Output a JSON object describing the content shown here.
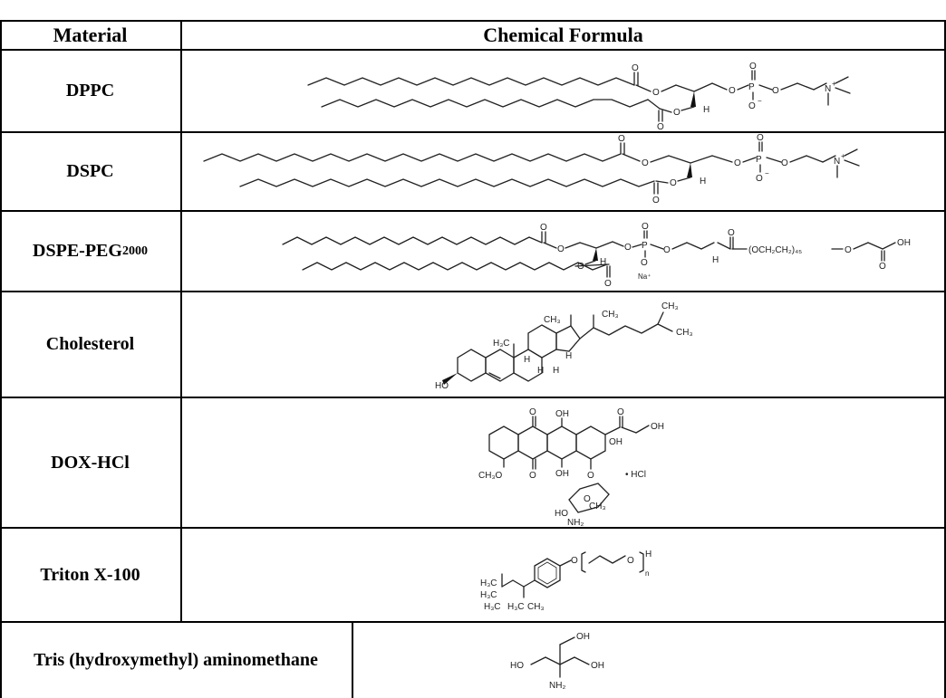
{
  "table": {
    "header": {
      "material": "Material",
      "formula": "Chemical Formula"
    },
    "rows": [
      {
        "name": "DPPC"
      },
      {
        "name": "DSPC"
      },
      {
        "name_main": "DSPE-PEG",
        "name_sub": "2000"
      },
      {
        "name": "Cholesterol"
      },
      {
        "name": "DOX-HCl"
      },
      {
        "name": "Triton X-100"
      },
      {
        "name": "Tris (hydroxymethyl) aminomethane"
      }
    ]
  },
  "atoms": {
    "O": "O",
    "P": "P",
    "H": "H",
    "N_plus": "N",
    "plus": "+",
    "O_minus": "O",
    "minus": "−",
    "Na_plus": "Na⁺",
    "peg_chain": "(OCH₂CH₂)₄₅",
    "OH": "OH",
    "NH": "H",
    "CH3": "CH₃",
    "H3C": "H₃C",
    "HO": "HO",
    "CH3O": "CH₃O",
    "NH2": "NH₂",
    "HCl": "• HCl",
    "n": "n"
  }
}
